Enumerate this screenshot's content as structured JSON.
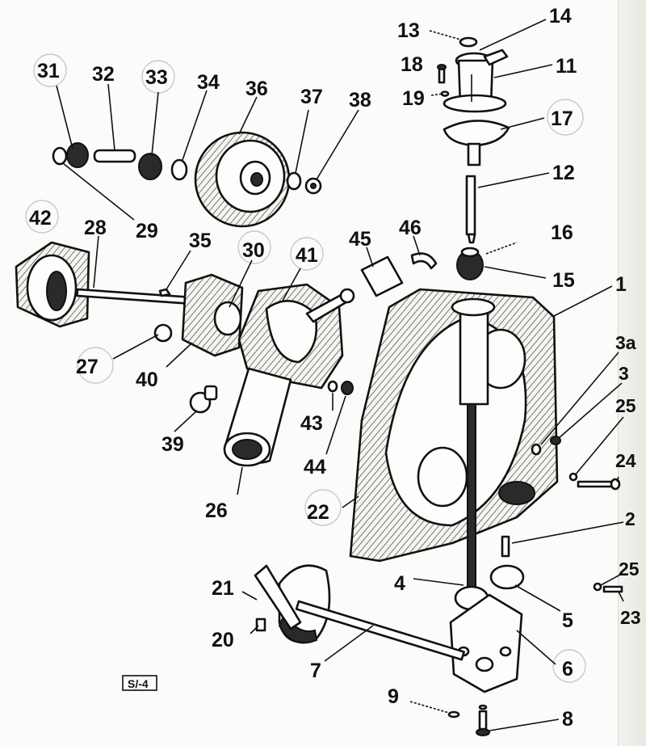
{
  "callouts": [
    {
      "label": "13"
    },
    {
      "label": "14"
    },
    {
      "label": "18"
    },
    {
      "label": "11"
    },
    {
      "label": "19"
    },
    {
      "label": "17"
    },
    {
      "label": "12"
    },
    {
      "label": "16"
    },
    {
      "label": "15"
    },
    {
      "label": "1"
    },
    {
      "label": "31"
    },
    {
      "label": "32"
    },
    {
      "label": "33"
    },
    {
      "label": "34"
    },
    {
      "label": "36"
    },
    {
      "label": "37"
    },
    {
      "label": "38"
    },
    {
      "label": "29"
    },
    {
      "label": "42"
    },
    {
      "label": "28"
    },
    {
      "label": "35"
    },
    {
      "label": "30"
    },
    {
      "label": "41"
    },
    {
      "label": "45"
    },
    {
      "label": "46"
    },
    {
      "label": "27"
    },
    {
      "label": "40"
    },
    {
      "label": "39"
    },
    {
      "label": "43"
    },
    {
      "label": "44"
    },
    {
      "label": "26"
    },
    {
      "label": "22"
    },
    {
      "label": "4"
    },
    {
      "label": "5"
    },
    {
      "label": "21"
    },
    {
      "label": "20"
    },
    {
      "label": "7"
    },
    {
      "label": "6"
    },
    {
      "label": "9"
    },
    {
      "label": "8"
    },
    {
      "label": "3a"
    },
    {
      "label": "3"
    },
    {
      "label": "25"
    },
    {
      "label": "24"
    },
    {
      "label": "2"
    },
    {
      "label": "25"
    },
    {
      "label": "23"
    }
  ],
  "reference_box": "S/-4"
}
